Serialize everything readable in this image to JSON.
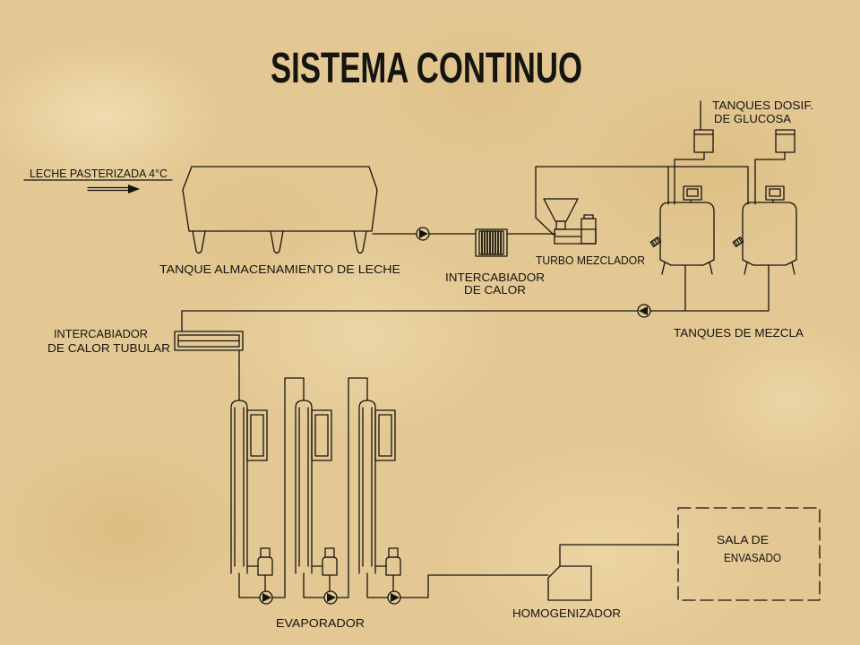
{
  "title": "SISTEMA CONTINUO",
  "labels": {
    "leche_pasterizada": "LECHE PASTERIZADA 4°C",
    "tanque_almacenamiento": "TANQUE ALMACENAMIENTO DE LECHE",
    "intercambiador_placas_1": "INTERCABIADOR",
    "intercambiador_placas_2": "DE CALOR",
    "turbo_mezclador": "TURBO MEZCLADOR",
    "tanques_dosif_1": "TANQUES DOSIF.",
    "tanques_dosif_2": "DE GLUCOSA",
    "tanques_mezcla": "TANQUES DE MEZCLA",
    "intercambiador_tubular_1": "INTERCABIADOR",
    "intercambiador_tubular_2": "DE CALOR TUBULAR",
    "evaporador": "EVAPORADOR",
    "homogenizador": "HOMOGENIZADOR",
    "sala_1": "SALA DE",
    "sala_2": "ENVASADO"
  },
  "colors": {
    "paper": "#e3c893",
    "ink": "#161410"
  }
}
